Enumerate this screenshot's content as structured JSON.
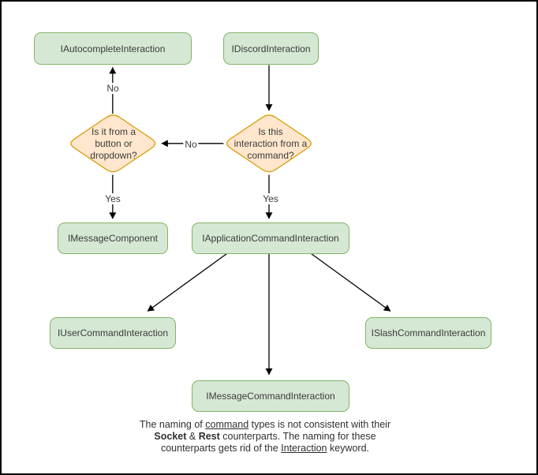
{
  "colors": {
    "process_fill": "#d5e8d4",
    "process_stroke": "#82b366",
    "decision_fill": "#ffe6cc",
    "decision_stroke": "#d79b00",
    "arrow": "#000000",
    "text": "#3b3b3b",
    "canvas_border": "#000000",
    "background": "#ffffff"
  },
  "nodes": {
    "autocomplete": {
      "label": "IAutocompleteInteraction"
    },
    "discord": {
      "label": "IDiscordInteraction"
    },
    "message_component": {
      "label": "IMessageComponent"
    },
    "application_command": {
      "label": "IApplicationCommandInteraction"
    },
    "user_command": {
      "label": "IUserCommandInteraction"
    },
    "slash_command": {
      "label": "ISlashCommandInteraction"
    },
    "message_command": {
      "label": "IMessageCommandInteraction"
    }
  },
  "decisions": {
    "button_dropdown": {
      "label": "Is it from a\nbutton or\ndropdown?"
    },
    "from_command": {
      "label": "Is this\ninteraction from a\ncommand?"
    }
  },
  "edge_labels": {
    "no_to_autocomplete": "No",
    "no_to_button_dropdown": "No",
    "yes_to_message_component": "Yes",
    "yes_to_application_command": "Yes"
  },
  "footer": {
    "line1": [
      {
        "text": "The naming of "
      },
      {
        "text": "command"
      },
      {
        "text": " types is not consistent with their"
      }
    ],
    "line2": [
      {
        "text": "Socket"
      },
      {
        "text": " & "
      },
      {
        "text": "Rest"
      },
      {
        "text": " counterparts. The naming for these"
      }
    ],
    "line3": [
      {
        "text": "counterparts gets rid of the "
      },
      {
        "text": "Interaction"
      },
      {
        "text": " keyword."
      }
    ]
  }
}
